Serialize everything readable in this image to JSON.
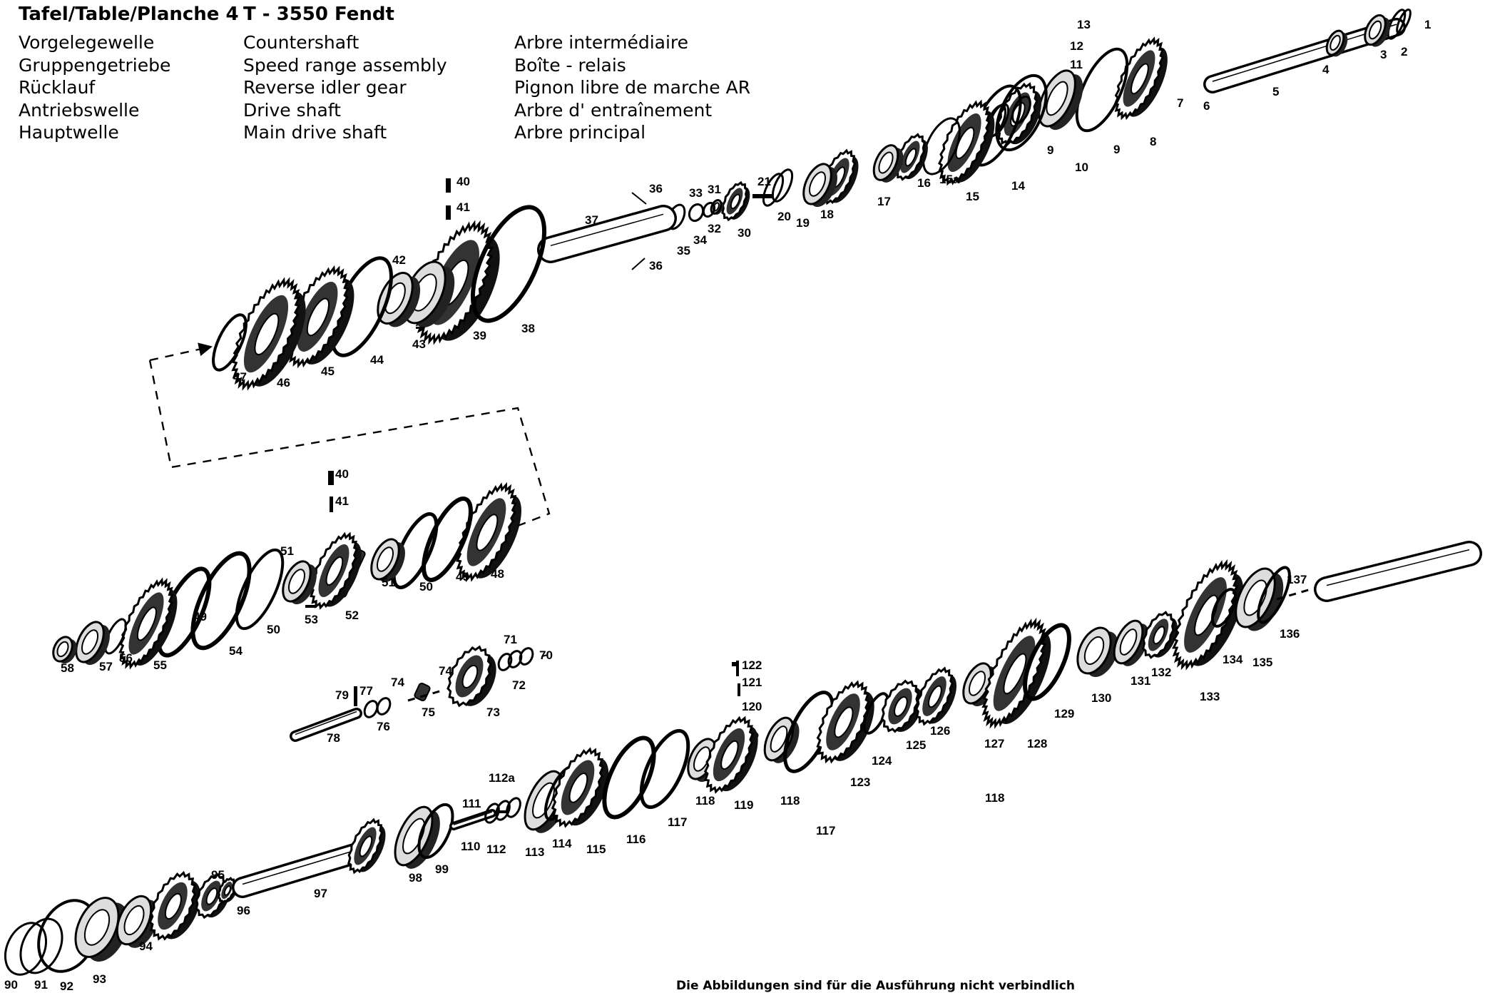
{
  "header": {
    "plate_title": "Tafel/Table/Planche  4",
    "model_title": "T - 3550 Fendt",
    "german": [
      "Vorgelegewelle",
      "Gruppengetriebe",
      "Rücklauf",
      "Antriebswelle",
      "Hauptwelle"
    ],
    "english": [
      "Countershaft",
      "Speed range assembly",
      "Reverse idler gear",
      "Drive shaft",
      "Main drive shaft"
    ],
    "french": [
      "Arbre intermédiaire",
      "Boîte - relais",
      "Pignon libre de marche AR",
      "Arbre d' entraînement",
      "Arbre principal"
    ]
  },
  "footer": {
    "disclaimer": "Die Abbildungen sind für die Ausführung nicht verbindlich"
  },
  "part_labels": {
    "countershaft": [
      "1",
      "2",
      "3",
      "4",
      "5",
      "6",
      "7",
      "8",
      "9",
      "9",
      "10",
      "11",
      "12",
      "13",
      "14",
      "15",
      "15a",
      "16",
      "17",
      "18",
      "19",
      "20",
      "21",
      "30",
      "31",
      "32",
      "33",
      "34",
      "35",
      "36",
      "36",
      "37",
      "38",
      "39",
      "40",
      "41",
      "42",
      "43",
      "44",
      "45",
      "46",
      "47"
    ],
    "speed_range": [
      "40",
      "41",
      "48",
      "49",
      "49",
      "50",
      "50",
      "51",
      "51",
      "52",
      "53",
      "54",
      "55",
      "56",
      "57",
      "58"
    ],
    "reverse_idler": [
      "70",
      "71",
      "72",
      "73",
      "74",
      "74",
      "75",
      "76",
      "77",
      "78",
      "79"
    ],
    "main_drive": [
      "90",
      "91",
      "92",
      "93",
      "94",
      "95",
      "96",
      "97",
      "98",
      "99",
      "110",
      "111",
      "112",
      "112a",
      "113",
      "114",
      "115",
      "116",
      "117",
      "117",
      "118",
      "118",
      "118",
      "119",
      "120",
      "121",
      "122",
      "123",
      "124",
      "125",
      "126",
      "127",
      "128",
      "129",
      "130",
      "131",
      "132",
      "133",
      "134",
      "135",
      "136",
      "137"
    ]
  }
}
